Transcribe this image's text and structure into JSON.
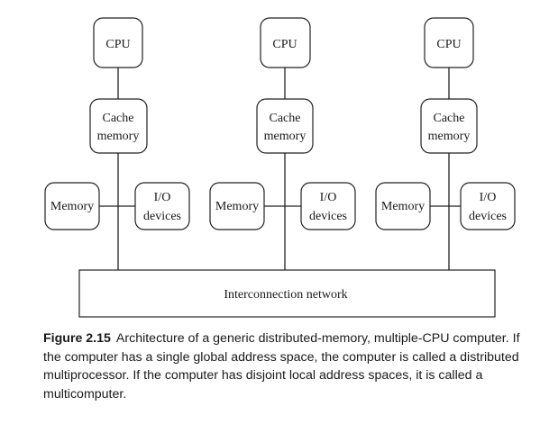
{
  "node_labels": {
    "cpu": "CPU",
    "cache": [
      "Cache",
      "memory"
    ],
    "memory": "Memory",
    "io": [
      "I/O",
      "devices"
    ]
  },
  "network_label": "Interconnection network",
  "caption": {
    "label": "Figure 2.15",
    "text": "Architecture of a generic distributed-memory, multiple-CPU computer. If the computer has a single global address space, the computer is called a distributed multiprocessor. If the computer has disjoint local address spaces, it is called a multicomputer."
  }
}
